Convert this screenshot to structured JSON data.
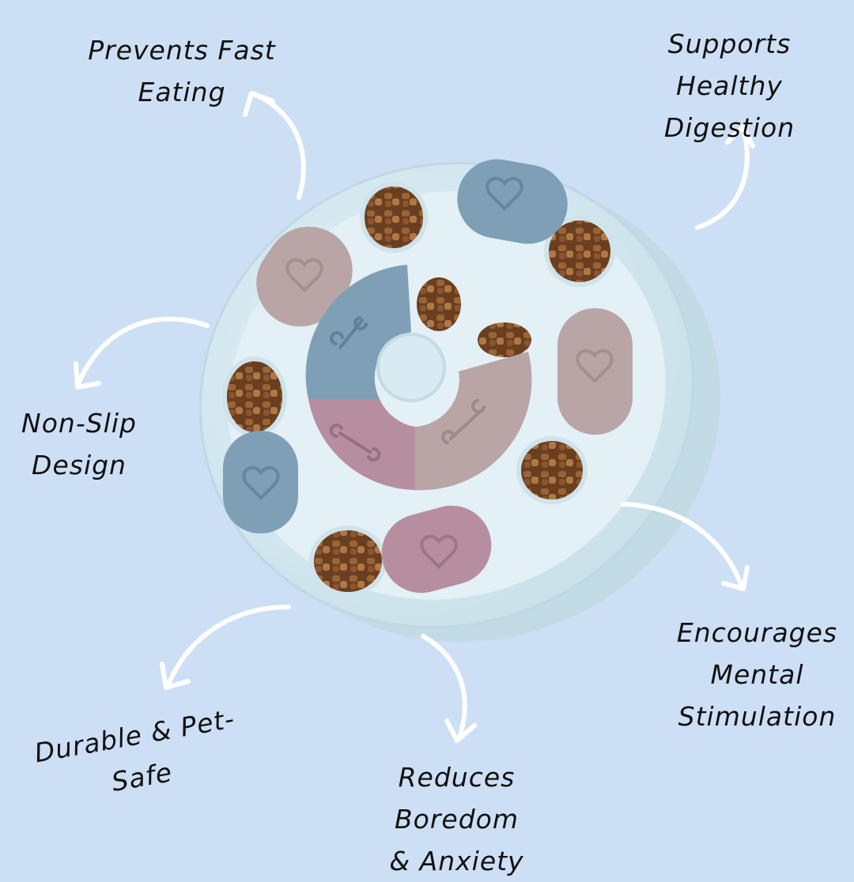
{
  "features": {
    "prevents_fast_eating": [
      "Prevents Fast",
      "Eating"
    ],
    "supports_digestion": [
      "Supports Healthy",
      "Digestion"
    ],
    "non_slip": [
      "Non-Slip",
      "Design"
    ],
    "mental_stimulation": [
      "Encourages",
      "Mental",
      "Stimulation"
    ],
    "durable": [
      "Durable & Pet-",
      "Safe"
    ],
    "boredom": [
      "Reduces Boredom",
      "& Anxiety"
    ]
  },
  "colors": {
    "background": "#cddff5",
    "bowl_rim": "#d8ebf2",
    "bowl_inner": "#e8f3f7",
    "tab_pink": "#b9a5a6",
    "tab_blue": "#7f9fb6",
    "tab_mauve": "#b78e9f",
    "kibble": "#8a5a33"
  }
}
